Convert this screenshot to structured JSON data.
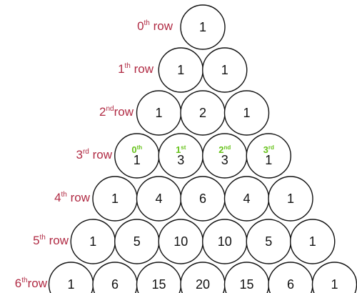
{
  "colors": {
    "row_label": "#b02a43",
    "index_label": "#66c21a",
    "circle_stroke": "#111111"
  },
  "rows": [
    {
      "label_main": "0",
      "label_sup": "th",
      "label_tail": " row",
      "values": [
        "1"
      ]
    },
    {
      "label_main": "1",
      "label_sup": "th",
      "label_tail": " row",
      "values": [
        "1",
        "1"
      ]
    },
    {
      "label_main": "2",
      "label_sup": "nd",
      "label_tail": "row",
      "values": [
        "1",
        "2",
        "1"
      ]
    },
    {
      "label_main": "3",
      "label_sup": "rd",
      "label_tail": " row",
      "values": [
        "1",
        "3",
        "3",
        "1"
      ],
      "index_labels": [
        {
          "main": "0",
          "sup": "th"
        },
        {
          "main": "1",
          "sup": "st"
        },
        {
          "main": "2",
          "sup": "nd"
        },
        {
          "main": "3",
          "sup": "rd"
        }
      ]
    },
    {
      "label_main": "4",
      "label_sup": "th",
      "label_tail": " row",
      "values": [
        "1",
        "4",
        "6",
        "4",
        "1"
      ]
    },
    {
      "label_main": "5",
      "label_sup": "th",
      "label_tail": " row",
      "values": [
        "1",
        "5",
        "10",
        "10",
        "5",
        "1"
      ]
    },
    {
      "label_main": "6",
      "label_sup": "th",
      "label_tail": "row",
      "values": [
        "1",
        "6",
        "15",
        "20",
        "15",
        "6",
        "1"
      ]
    }
  ]
}
